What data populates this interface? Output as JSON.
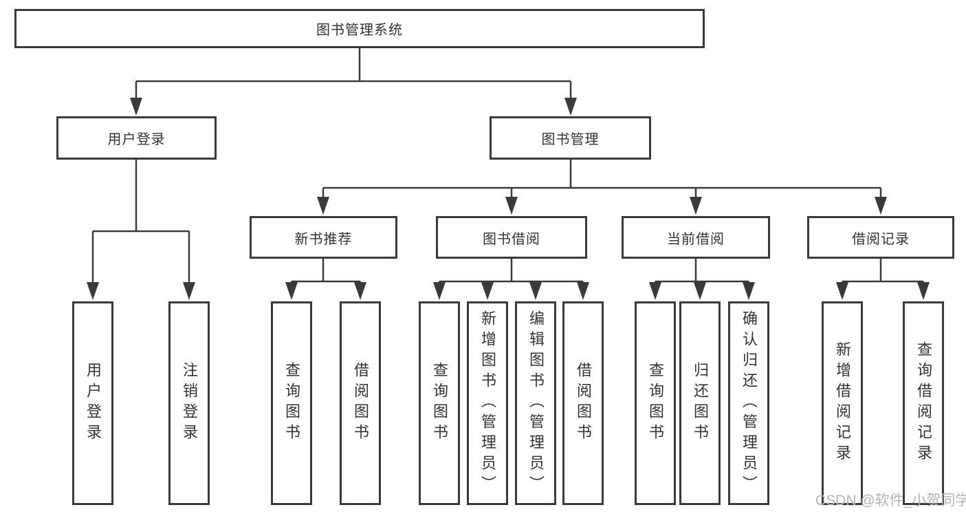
{
  "diagram": {
    "root": {
      "label": "图书管理系统",
      "children": [
        {
          "label": "用户登录",
          "children": [
            {
              "label": "用户登录"
            },
            {
              "label": "注销登录"
            }
          ]
        },
        {
          "label": "图书管理",
          "children": [
            {
              "label": "新书推荐",
              "children": [
                {
                  "label": "查询图书"
                },
                {
                  "label": "借阅图书"
                }
              ]
            },
            {
              "label": "图书借阅",
              "children": [
                {
                  "label": "查询图书"
                },
                {
                  "label": "新增图书（管理员）"
                },
                {
                  "label": "编辑图书（管理员）"
                },
                {
                  "label": "借阅图书"
                }
              ]
            },
            {
              "label": "当前借阅",
              "children": [
                {
                  "label": "查询图书"
                },
                {
                  "label": "归还图书"
                },
                {
                  "label": "确认归还（管理员）"
                }
              ]
            },
            {
              "label": "借阅记录",
              "children": [
                {
                  "label": "新增借阅记录"
                },
                {
                  "label": "查询借阅记录"
                }
              ]
            }
          ]
        }
      ]
    }
  },
  "watermark": {
    "text": "CSDN @软件_小贺同学"
  },
  "colors": {
    "line": "#3a3a3a",
    "box_border": "#3a3a3a",
    "text": "#333333",
    "background": "#ffffff",
    "watermark": "#b5b5b5"
  }
}
